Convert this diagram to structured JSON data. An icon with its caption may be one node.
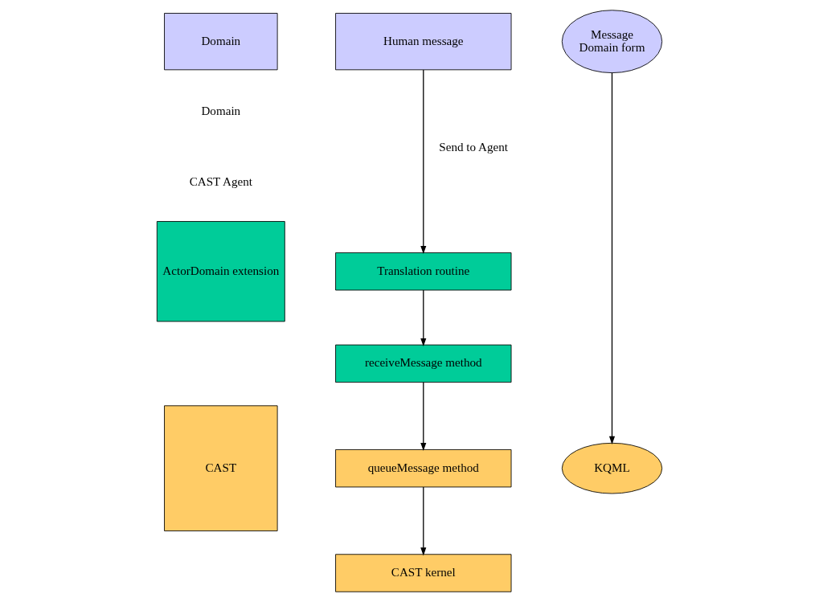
{
  "diagram": {
    "nodes": [
      {
        "text": [
          "Domain"
        ]
      },
      {
        "text": [
          "Human message"
        ]
      },
      {
        "text": [
          "Message",
          "Domain form"
        ]
      },
      {
        "text": [
          "ActorDomain extension"
        ]
      },
      {
        "text": [
          "Translation routine"
        ]
      },
      {
        "text": [
          "receiveMessage method"
        ]
      },
      {
        "text": [
          "CAST"
        ]
      },
      {
        "text": [
          "queueMessage method"
        ]
      },
      {
        "text": [
          "CAST kernel"
        ]
      },
      {
        "text": [
          "KQML"
        ]
      }
    ],
    "edges": [
      {
        "from": 1,
        "to": 4,
        "arrow": "to",
        "label": "Send to Agent"
      },
      {
        "from": 4,
        "to": 5,
        "arrow": "to"
      },
      {
        "from": 5,
        "to": 7,
        "arrow": "to"
      },
      {
        "from": 7,
        "to": 8,
        "arrow": "to"
      },
      {
        "from": 2,
        "to": 9,
        "arrow": "to"
      }
    ],
    "labels": [
      "Domain",
      "CAST Agent"
    ]
  }
}
